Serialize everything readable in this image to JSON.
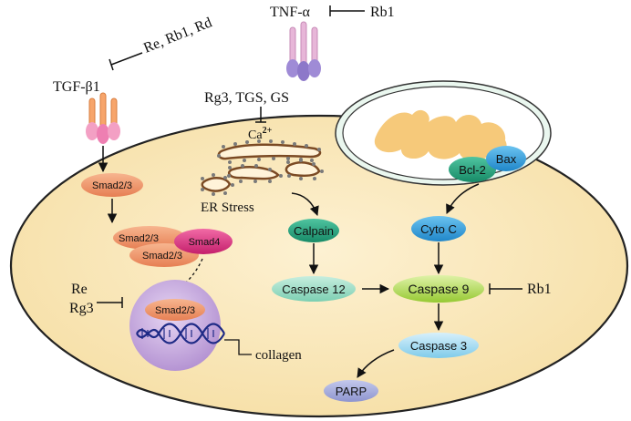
{
  "inhibitors": {
    "tnf": "TNF-α",
    "tnf_inhibitor": "Rb1",
    "tgf": "TGF-β1",
    "tgf_inhibitor": "Re, Rb1, Rd",
    "ca_inhibitor": "Rg3, TGS, GS",
    "ca_label": "Ca",
    "ca_superscript": "2+",
    "nucleus_inhibitor_1": "Re",
    "nucleus_inhibitor_2": "Rg3",
    "casp9_inhibitor": "Rb1"
  },
  "nodes": {
    "smad23_top": "Smad2/3",
    "smad23_left": "Smad2/3",
    "smad4": "Smad4",
    "smad23_bottom": "Smad2/3",
    "smad23_nucleus": "Smad2/3",
    "er_stress": "ER Stress",
    "calpain": "Calpain",
    "caspase12": "Caspase 12",
    "bcl2": "Bcl-2",
    "bax": "Bax",
    "cyto_c": "Cyto C",
    "caspase9": "Caspase 9",
    "caspase3": "Caspase 3",
    "parp": "PARP",
    "collagen": "collagen"
  }
}
